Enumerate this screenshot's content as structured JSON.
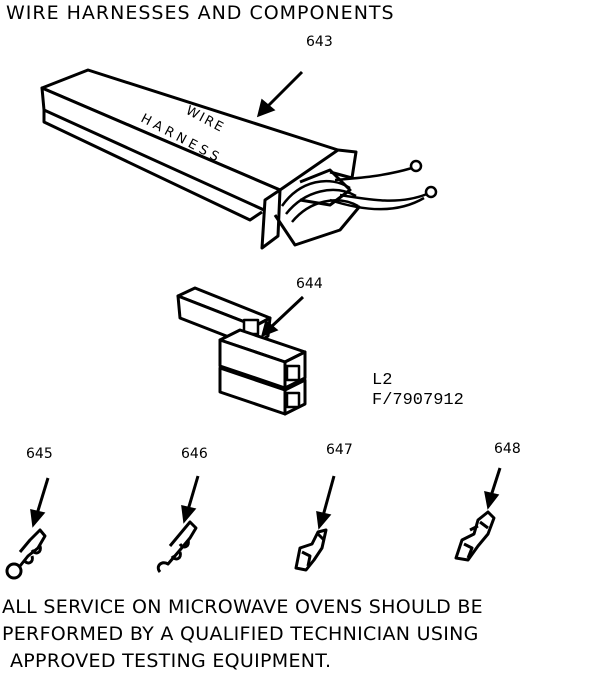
{
  "title": "WIRE HARNESSES AND COMPONENTS",
  "parts": {
    "p643": {
      "number": "643",
      "box_label_line1": "WIRE",
      "box_label_line2": "HARNESS"
    },
    "p644": {
      "number": "644"
    },
    "p645": {
      "number": "645"
    },
    "p646": {
      "number": "646"
    },
    "p647": {
      "number": "647"
    },
    "p648": {
      "number": "648"
    }
  },
  "model": {
    "line1": "L2",
    "line2": "F/7907912"
  },
  "note": {
    "line1": "ALL SERVICE ON MICROWAVE OVENS SHOULD BE",
    "line2": "PERFORMED  BY A QUALIFIED    TECHNICIAN USING",
    "line3": "APPROVED TESTING EQUIPMENT."
  }
}
